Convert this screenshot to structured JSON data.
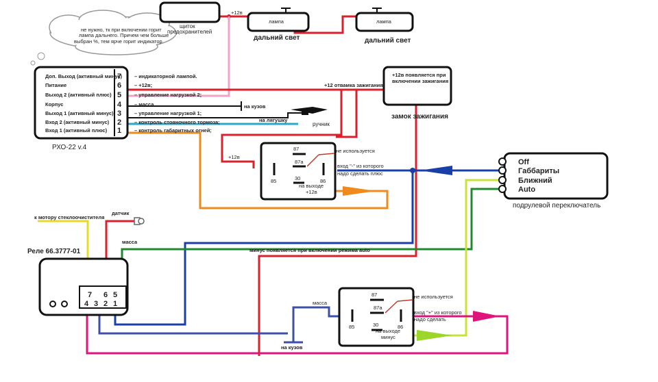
{
  "cloud": {
    "line1": "не нужно, тк при включении горит",
    "line2": "лампа дальнего. Причем чем больше",
    "line3": "выбран %, тем ярче горит индикатор"
  },
  "fusebox": {
    "line1": "щиток",
    "line2": "предохранителей"
  },
  "plus12_top": "+12в",
  "lamp_label": "лампа",
  "high_beam": "дальний свет",
  "rho": {
    "title": "РХО-22 v.4",
    "labels": [
      "Доп. Выход (активный минус)",
      "Питание",
      "Выход 2 (активный плюс)",
      "Корпус",
      "Выход 1 (активный минус)",
      "Вход 2 (активный минус)",
      "Вход 1 (активный плюс)"
    ],
    "pins": [
      "7",
      "6",
      "5",
      "4",
      "3",
      "2",
      "1"
    ],
    "notes": [
      "– индикаторной лампой.",
      "– +12в;",
      "– управление нагрузкой 2;",
      "– масса",
      "– управление нагрузкой 1;",
      "– контроль стояночного тормоза;",
      "– контроль габаритных огней;"
    ]
  },
  "to_body": "на кузов",
  "to_frog": "на лягушку",
  "handbrake": "ручник",
  "ign_tap": "+12 отвамка зажигания",
  "ignition_box": {
    "line1": "+12в появляется при",
    "line2": "включении зажигания"
  },
  "ignition_lock": "замок зажигания",
  "relay_top": {
    "p87": "87",
    "p87a": "87a",
    "p85": "85",
    "p86": "86",
    "p30": "30",
    "not_used": "не используется",
    "input_note1": "вход \"-\" из которого",
    "input_note2": "надо сделать плюс",
    "output_label": "на выходе",
    "output_value": "+12в",
    "plus12": "+12в"
  },
  "switch": {
    "items": [
      "Off",
      "Габбариты",
      "Ближний",
      "Auto"
    ],
    "caption": "подрулевой переключатель"
  },
  "wiper_motor": "к мотору стеклоочистителя",
  "sensor": "датчик",
  "ground": "масса",
  "auto_note": "минус появляется при включении режима auto",
  "relay66": {
    "title": "Реле 66.3777-01",
    "pins_top": [
      "7",
      "6",
      "5"
    ],
    "pins_bottom": [
      "4",
      "3",
      "2",
      "1"
    ]
  },
  "relay_bottom": {
    "p87": "87",
    "p87a": "87a",
    "p85": "85",
    "p86": "86",
    "p30": "30",
    "ground": "масса",
    "not_used": "не используется",
    "input_note1": "вход \"+\" из которого",
    "input_note2": "надо сделать",
    "output_label": "на выходе",
    "output_value": "минус"
  },
  "to_body_bottom": "на кузов"
}
